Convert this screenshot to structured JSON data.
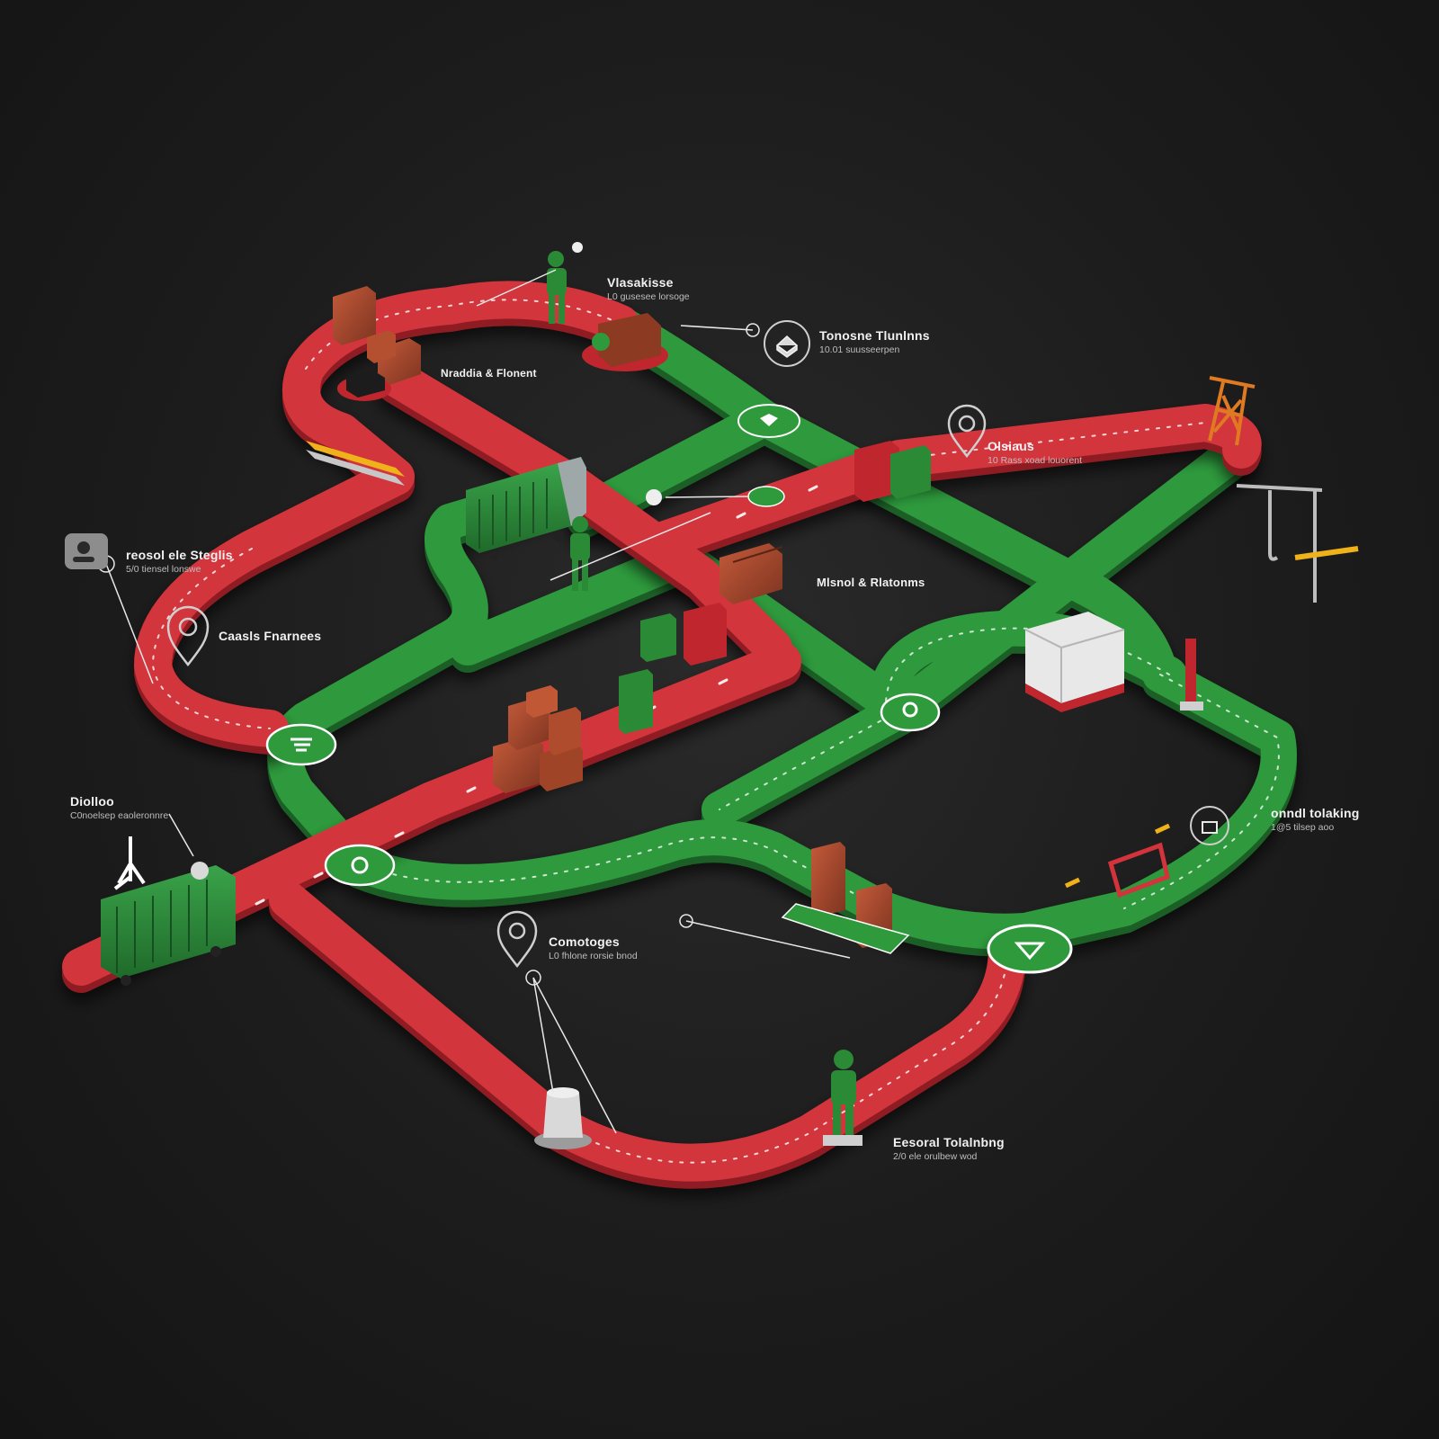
{
  "colors": {
    "background": "#1c1c1c",
    "red_track": "#d3343c",
    "green_track": "#2e9a3c",
    "box_brown": "#a8492f",
    "container_green": "#2f8a3a",
    "annotation": "#e8e8e8"
  },
  "icons": [
    "map-pin-icon",
    "badge-icon",
    "person-card-icon",
    "warehouse-box-icon",
    "stack-icon"
  ],
  "labels": {
    "top_center": {
      "title": "Vlasakisse",
      "sub": "L0 gusesee lorsoge"
    },
    "top_right": {
      "title": "Tonosne Tlunlnns",
      "sub": "10.01 suusseerpen"
    },
    "top_left": {
      "title": "Nraddia & Flonent",
      "sub": ""
    },
    "right_mid": {
      "title": "Olsiaus",
      "sub": "10 Rass xoad louorent"
    },
    "left_upper": {
      "title": "reosol ele Steglis",
      "sub": "5/0 tiensel lonswe"
    },
    "left_pin": {
      "title": "Caasls Fnarnees",
      "sub": ""
    },
    "center": {
      "title": "Mlsnol & Rlatonms",
      "sub": ""
    },
    "left_lower": {
      "title": "Diolloo",
      "sub": "C0noelsep eaoleronnre"
    },
    "right_lower": {
      "title": "onndl tolaking",
      "sub": "1@5 tilsep aoo"
    },
    "bottom_mid": {
      "title": "Comotoges",
      "sub": "L0 fhlone rorsie bnod"
    },
    "bottom_right": {
      "title": "Eesoral Tolalnbng",
      "sub": "2/0 ele orulbew wod"
    }
  }
}
